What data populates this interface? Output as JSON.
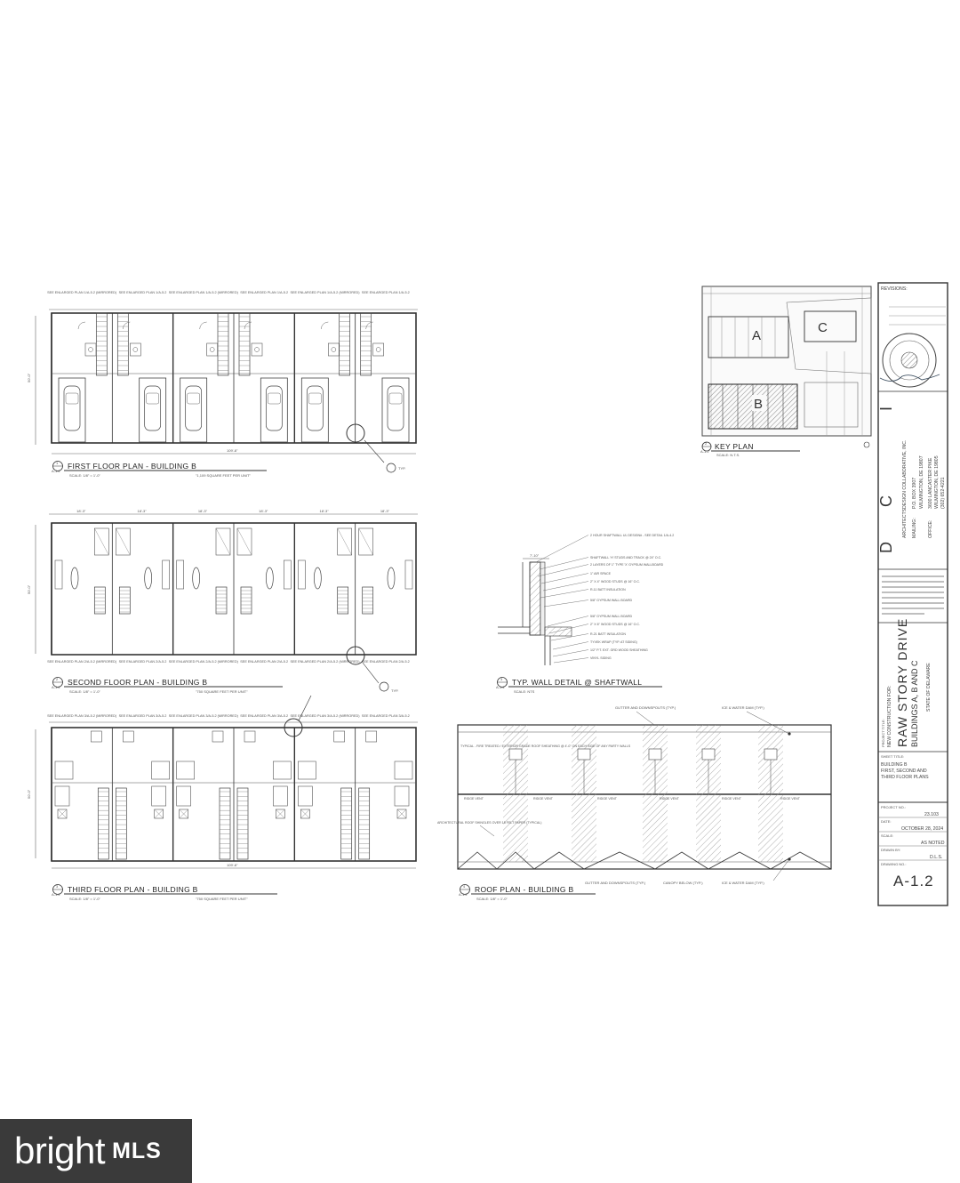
{
  "floor_plans": [
    {
      "title": "FIRST FLOOR PLAN - BUILDING B",
      "scale": "SCALE: 1/8\" = 1'-0\"",
      "area": "\"1,109 SQUARE FEET PER UNIT\"",
      "ref": "A-1.2",
      "top_notes": [
        "SEE ENLARGED PLAN 1/A-5.2 (MIRRORED)",
        "SEE ENLARGED PLAN 1/A-5.2",
        "SEE ENLARGED PLAN 1/A-5.2 (MIRRORED)",
        "SEE ENLARGED PLAN 1/A-5.2",
        "SEE ENLARGED PLAN 1/A-5.2 (MIRRORED)",
        "SEE ENLARGED PLAN 1/A-5.2"
      ],
      "dimension": "109'-8\""
    },
    {
      "title": "SECOND FLOOR PLAN - BUILDING B",
      "scale": "SCALE: 1/8\" = 1'-0\"",
      "area": "\"750 SQUARE FEET PER UNIT\"",
      "ref": "A-1.2",
      "top_dims": [
        "18'-3\"",
        "18'-3\"",
        "18'-3\"",
        "18'-3\"",
        "18'-3\"",
        "18'-3\""
      ],
      "bottom_notes": [
        "SEE ENLARGED PLAN 2/A-5.2 (MIRRORED)",
        "SEE ENLARGED PLAN 2/A-5.2",
        "SEE ENLARGED PLAN 2/A-5.2 (MIRRORED)",
        "SEE ENLARGED PLAN 2/A-5.2",
        "SEE ENLARGED PLAN 2/A-5.2 (MIRRORED)",
        "SEE ENLARGED PLAN 2/A-5.2"
      ]
    },
    {
      "title": "THIRD FLOOR PLAN - BUILDING B",
      "scale": "SCALE: 1/8\" = 1'-0\"",
      "area": "\"750 SQUARE FEET PER UNIT\"",
      "ref": "A-1.2",
      "top_notes": [
        "SEE ENLARGED PLAN 3/A-5.2 (MIRRORED)",
        "SEE ENLARGED PLAN 3/A-5.2",
        "SEE ENLARGED PLAN 3/A-5.2 (MIRRORED)",
        "SEE ENLARGED PLAN 3/A-5.2",
        "SEE ENLARGED PLAN 3/A-5.2 (MIRRORED)",
        "SEE ENLARGED PLAN 3/A-5.2"
      ],
      "dimension": "109'-8\""
    }
  ],
  "key_plan": {
    "title": "KEY PLAN",
    "scale": "SCALE: N.T.S.",
    "ref": "A-1.2",
    "buildings": [
      "A",
      "B",
      "C"
    ]
  },
  "wall_detail": {
    "title": "TYP. WALL DETAIL @ SHAFTWALL",
    "scale": "SCALE: NTS",
    "ref": "A-1.2",
    "dim": "7'-10\"",
    "callouts": [
      "2 HOUR SHAFTWALL UL DESIGN# - SEE DETAIL 1/A-4.2",
      "SHAFTWALL 'H' STUDS AND TRACK @ 24\" O.C.",
      "2 LAYERS OF 1\" TYPE 'X' GYPSUM WALLBOARD",
      "1\" AIR SPACE",
      "2\" X 4\" WOOD STUDS @ 16\" O.C.",
      "R-11 BATT INSULATION",
      "5/8\" GYPSUM WALL BOARD",
      "5/8\" GYPSUM WALL BOARD",
      "2\" X 6\" WOOD STUDS @ 16\" O.C.",
      "R-21 BATT INSULATION",
      "TYVEK WRAP (TYP. AT SIDING)",
      "1/2\" P.T. EXT. GRD WOOD SHEATHING",
      "VINYL SIDING"
    ]
  },
  "roof_plan": {
    "title": "ROOF PLAN - BUILDING B",
    "scale": "SCALE: 1/8\" = 1'-0\"",
    "ref": "A-1.2",
    "notes": {
      "gutter_top": "GUTTER AND DOWNSPOUTS (TYP.)",
      "ice_top": "ICE & WATER DAM (TYP.)",
      "typical": "TYPICAL - FIRE TREATED / EXTERIOR GRADE ROOF SHEATHING @ 4'-0\" ON EACH SIDE OF ANY PARTY WALLS",
      "shingles": "ARCHITECTURAL ROOF SHINGLES OVER 15 FELT PAPER (TYPICAL)",
      "gutter_bottom": "GUTTER AND DOWNSPOUTS (TYP.)",
      "canopy": "CANOPY BELOW (TYP.)",
      "ice_bottom": "ICE & WATER DAM (TYP.)"
    },
    "ridge_vents": [
      "RIDGE VENT",
      "RIDGE VENT",
      "RIDGE VENT",
      "RIDGE VENT",
      "RIDGE VENT",
      "RIDGE VENT"
    ]
  },
  "title_block": {
    "revisions": "REVISIONS:",
    "firm_letters": [
      "D",
      "C",
      "I"
    ],
    "architects_label": "ARCHITECTS",
    "firm_name": "DESIGN COLLABORATIVE, INC.",
    "mailing_label": "MAILING:",
    "mailing": [
      "P.O. BOX 3907",
      "WILMINGTON, DE 19807"
    ],
    "office_label": "OFFICE:",
    "office": [
      "3600 LANCASTER PIKE",
      "WILMINGTON, DE 19805",
      "(302) 652-4221"
    ],
    "project_title_label": "PROJECT TITLE:",
    "project_prefix": "NEW CONSTRUCTION FOR:",
    "project_name": "RAW STORY DRIVE",
    "project_sub": "BUILDINGS A, B AND C",
    "project_place": "STATE OF DELAWARE",
    "sheet_title_label": "SHEET TITLE:",
    "sheet_title": [
      "BUILDING B",
      "FIRST, SECOND AND",
      "THIRD FLOOR PLANS"
    ],
    "project_no_label": "PROJECT NO.:",
    "project_no": "23.103",
    "date_label": "DATE:",
    "date": "OCTOBER 28, 2024",
    "scale_label": "SCALE:",
    "scale": "AS NOTED",
    "drawn_label": "DRAWN BY:",
    "drawn": "D.L.S.",
    "drawing_no_label": "DRAWING NO.:",
    "drawing_no": "A-1.2"
  },
  "watermark": {
    "brand": "bright",
    "suffix": "MLS"
  }
}
